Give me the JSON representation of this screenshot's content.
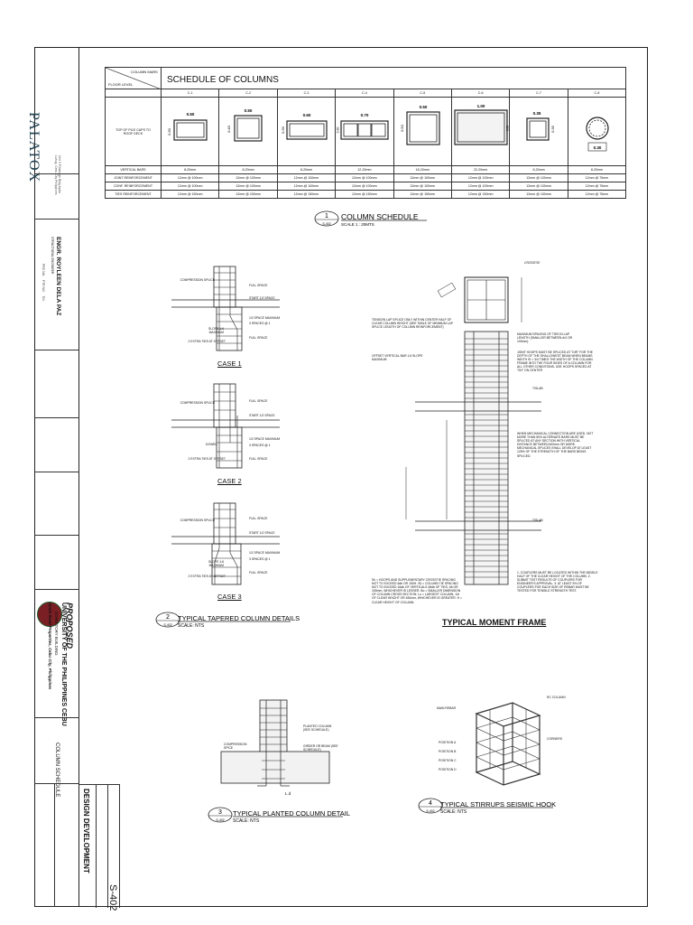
{
  "firm": {
    "logo_text": "PALATOX"
  },
  "engineer": {
    "name": "ENGR. ROYLEEN DELA PAZ",
    "role": "STRUCTURAL ENGINEER"
  },
  "project": {
    "label": "PROPOSED",
    "name": "UNIVERSITY OF THE PHILIPPINES CEBU",
    "sub": "DORMITORY BUILDING",
    "location": "South Road Properties, Cebu City, Philippines"
  },
  "sheet": {
    "content": "COLUMN SCHEDULE",
    "phase": "DESIGN DEVELOPMENT",
    "number": "S-402"
  },
  "schedule": {
    "title": "SCHEDULE OF COLUMNS",
    "corner_top": "COLUMN MARK",
    "corner_bottom": "FLOOR LEVEL",
    "row_level": "TOP OF PILE CAPS TO ROOF DECK",
    "rows": [
      "VERTICAL BARS",
      "JOINT REINFORCEMENT",
      "CONF. REINFORCEMENT",
      "TIES REINFORCEMENT"
    ],
    "columns": [
      {
        "mark": "C-1",
        "dim_w": "0.50",
        "dim_h": "0.30",
        "vertical": "8-20mm",
        "joint": "12mm @ 100mm",
        "conf": "12mm @ 100mm",
        "ties": "12mm @ 150mm"
      },
      {
        "mark": "C-2",
        "dim_w": "0.50",
        "dim_h": "0.40",
        "vertical": "8-20mm",
        "joint": "12mm @ 100mm",
        "conf": "12mm @ 100mm",
        "ties": "12mm @ 150mm"
      },
      {
        "mark": "C-3",
        "dim_w": "0.60",
        "dim_h": "0.30",
        "vertical": "8-20mm",
        "joint": "12mm @ 100mm",
        "conf": "12mm @ 100mm",
        "ties": "12mm @ 150mm"
      },
      {
        "mark": "C-4",
        "dim_w": "0.70",
        "dim_h": "0.30",
        "vertical": "12-20mm",
        "joint": "12mm @ 100mm",
        "conf": "12mm @ 100mm",
        "ties": "12mm @ 150mm"
      },
      {
        "mark": "C-5",
        "dim_w": "0.50",
        "dim_h": "0.50",
        "vertical": "16-20mm",
        "joint": "12mm @ 100mm",
        "conf": "12mm @ 100mm",
        "ties": "12mm @ 150mm"
      },
      {
        "mark": "C-6",
        "dim_w": "1.00",
        "dim_h": "0.50",
        "vertical": "22-20mm",
        "joint": "12mm @ 100mm",
        "conf": "12mm @ 100mm",
        "ties": "12mm @ 150mm"
      },
      {
        "mark": "C-7",
        "dim_w": "0.35",
        "dim_h": "0.35",
        "vertical": "8-20mm",
        "joint": "12mm @ 100mm",
        "conf": "12mm @ 100mm",
        "ties": "12mm @ 150mm"
      },
      {
        "mark": "C-8",
        "dim_w": "0.30",
        "dim_h": "",
        "vertical": "8-20mm",
        "joint": "12mm @ 75mm",
        "conf": "12mm @ 75mm",
        "ties": "12mm @ 75mm"
      }
    ]
  },
  "details": {
    "d1": {
      "num": "1",
      "ref": "S-402",
      "title": "COLUMN SCHEDULE",
      "scale": "SCALE 1 : 20MTS"
    },
    "d2": {
      "num": "2",
      "ref": "S-402",
      "title": "TYPICAL TAPERED COLUMN DETAILS",
      "scale": "SCALE: NTS"
    },
    "d3": {
      "num": "3",
      "ref": "S-402",
      "title": "TYPICAL PLANTED COLUMN DETAIL",
      "scale": "SCALE: NTS"
    },
    "d4": {
      "num": "4",
      "ref": "S-402",
      "title": "TYPICAL STIRRUPS SEISMIC HOOK",
      "scale": "SCALE: NTS"
    },
    "moment_frame": "TYPICAL MOMENT FRAME"
  },
  "cases": {
    "case1": "CASE 1",
    "case2": "CASE 2",
    "case3": "CASE 3",
    "compression_splice": "COMPRESSION SPLICE",
    "full_space": "FULL SPACE",
    "start_half": "START 1/2 SPACE",
    "half_space_max": "1/2 SPACE MAXIMUM",
    "spaces3": "3 SPACES @ 1",
    "slope": "SLOPE 1:6 MAXIMUM",
    "extra_ties": "2 EXTRA TIES AT OFFSET",
    "dowel": "DOWEL"
  },
  "planted": {
    "planted_column": "PLANTED COLUMN (SEE SCHEDULE)",
    "girder": "GIRDER OR BEAM (SEE SCHEDULE)",
    "compression": "COMPRESSION SPICE",
    "ld": "L d"
  },
  "stirrups": {
    "main_rebar": "MAIN REBAR",
    "rc_column": "RC COLUMN",
    "corners": "CORNERS",
    "positions": [
      "POSITION A",
      "POSITION B",
      "POSITION C",
      "POSITION D"
    ]
  },
  "moment": {
    "crossties": "CROSSTIE",
    "tension_note": "TENSION LAP SPLICE ONLY WITHIN CENTER HALF OF CLEAR COLUMN HEIGHT (SEE TABLE OF MINIMUM LAP SPLICE LENGTH OF COLUMN REINFORCEMENT)",
    "offset_note": "OFFSET VERTICAL BAR 1:6 SLOPE MAXIMUM",
    "max_spacing": "MAXIMUM SPACING OF TIES IN LAP LENGTH (SMALLER BETWEEN d/4 OR 100mm)",
    "joint_hoops": "JOINT HOOPS MUST BE SPLICED AT \"DIR\" FOR THE DEPTH OF THE SHALLOWEST BEAM WHEN BEAMS WIDTH IS < 3/4 TIMES THE WIDTH OF THE COLUMN FRAME INTO THE FOUR SIDES OF A COLUMN FOR ALL OTHER CONDITIONS, USE HOOPS SPACED AT \"SH\" ON CENTER",
    "mech_note": "WHEN MECHANICAL CONNECTION ARE USED, NOT MORE THAN 50% ALTERNATE BARS MUST BE SPLICED AT ANY SECTION WITH VERTICAL DISTANCE BETWEEN 600mm OR MORE. MECHANICAL SPLICES SHALL DEVELOP AT LEAST 125% OF THE STRENGTH OF THE BARS BEING SPLICED.",
    "slab": "T/SLAB",
    "left_notes": "Sh = HOOPS AND SUPPLEMENTARY CROSSTIE SPACING NOT TO EXCEED 6db OR 150H. S0 = COLUMN TIE SPACING NOT TO EXCEED 16db OF VERTICALS 48db OF TIES, 6b OR 150mm, WHICHEVER IS LESSER. Bo = SMALLER DIMENSION OF COLUMN CROSS SECTION. Lo = LARGEST COLUMN, 1/6 OF CLEAR HEIGHT OR 450mm, WHICHEVER IS GREATER. H = CLEAR HEIGHT OF COLUMN.",
    "right_notes": "1. COUPLERS MUST BE LOCATED WITHIN THE MIDDLE HALF OF THE CLEAR HEIGHT OF THE COLUMN. 2. SUBMIT TEST RESULTS OF COUPLERS FOR ENGINEER'S APPROVAL. 3. AT LEAST 5% OF COUPLERS FOR EACH SIZE OF REBAR MUST BE TESTED FOR TENSILE STRENGTH TEST."
  },
  "titleblock": {
    "design_dev": "DESIGN DEVELOPMENT",
    "sheet_no": "S-402"
  }
}
